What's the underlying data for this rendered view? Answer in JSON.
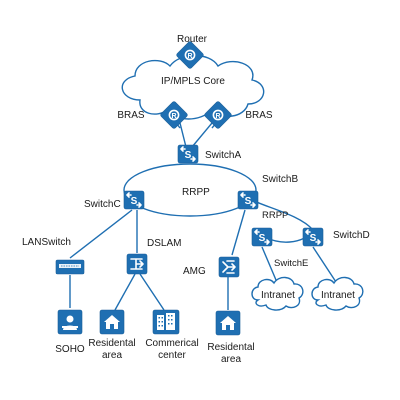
{
  "nodes": {
    "router": "Router",
    "core": "IP/MPLS Core",
    "bras_left": "BRAS",
    "bras_right": "BRAS",
    "switch_a": "SwitchA",
    "switch_b": "SwitchB",
    "switch_c": "SwitchC",
    "switch_d": "SwitchD",
    "switch_e": "SwitchE",
    "rrpp_main": "RRPP",
    "rrpp_sub": "RRPP",
    "lanswitch": "LANSwitch",
    "dslam": "DSLAM",
    "amg": "AMG",
    "soho": "SOHO",
    "residential_1_line1": "Residental",
    "residential_1_line2": "area",
    "commercial_line1": "Commerical",
    "commercial_line2": "center",
    "residential_2_line1": "Residental",
    "residential_2_line2": "area",
    "intranet_1": "Intranet",
    "intranet_2": "Intranet"
  },
  "colors": {
    "device": "#1f6fb2",
    "link": "#1f6fb2",
    "background": "#ffffff"
  },
  "icons": {
    "router": "router-icon",
    "switch": "switch-icon",
    "lanswitch": "lanswitch-icon",
    "dslam": "dslam-icon",
    "amg": "amg-icon",
    "soho": "soho-user-icon",
    "residential": "house-icon",
    "commercial": "office-building-icon",
    "cloud": "cloud-icon"
  }
}
